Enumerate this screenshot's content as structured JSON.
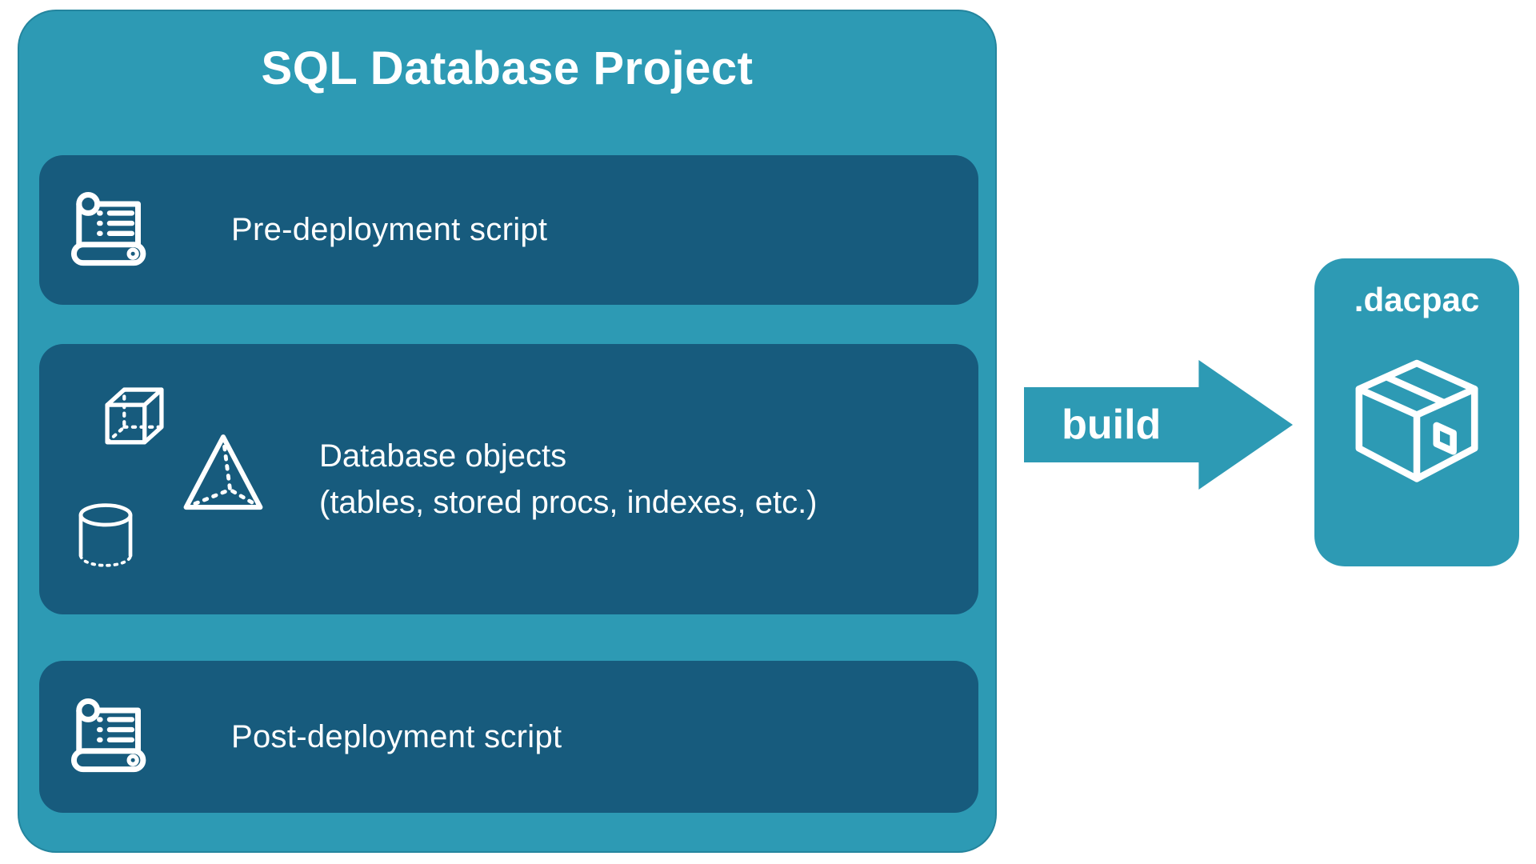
{
  "colors": {
    "teal": "#2D9AB4",
    "dark": "#175B7D",
    "text": "#FFFFFF"
  },
  "project": {
    "title": "SQL Database Project",
    "rows": [
      {
        "icon": "scroll-icon",
        "label": "Pre-deployment script"
      },
      {
        "icons": [
          "cube-icon",
          "pyramid-icon",
          "cylinder-icon"
        ],
        "label_line1": "Database objects",
        "label_line2": "(tables, stored procs, indexes, etc.)"
      },
      {
        "icon": "scroll-icon",
        "label": "Post-deployment script"
      }
    ]
  },
  "arrow": {
    "label": "build",
    "icon": "arrow-right-icon"
  },
  "output": {
    "title": ".dacpac",
    "icon": "package-icon"
  }
}
